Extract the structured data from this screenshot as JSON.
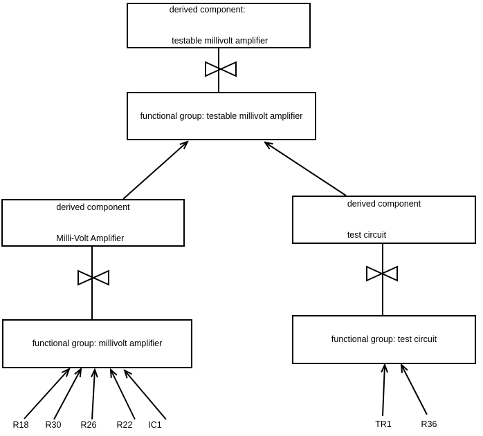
{
  "colors": {
    "stroke": "#000000",
    "background": "#ffffff"
  },
  "nodes": {
    "top_derived": {
      "lines": [
        "derived component:",
        " testable millivolt amplifier"
      ]
    },
    "mid_functional": {
      "label": "functional group: testable millivolt amplifier"
    },
    "left_derived": {
      "lines": [
        "derived component",
        "Milli-Volt Amplifier"
      ]
    },
    "left_functional": {
      "label": "functional group: millivolt amplifier"
    },
    "right_derived": {
      "lines": [
        "derived component",
        "test circuit"
      ]
    },
    "right_functional": {
      "label": "functional group: test circuit"
    }
  },
  "leaf_labels": {
    "left": [
      "R18",
      "R30",
      "R26",
      "R22",
      "IC1"
    ],
    "right": [
      "TR1",
      "R36"
    ]
  }
}
